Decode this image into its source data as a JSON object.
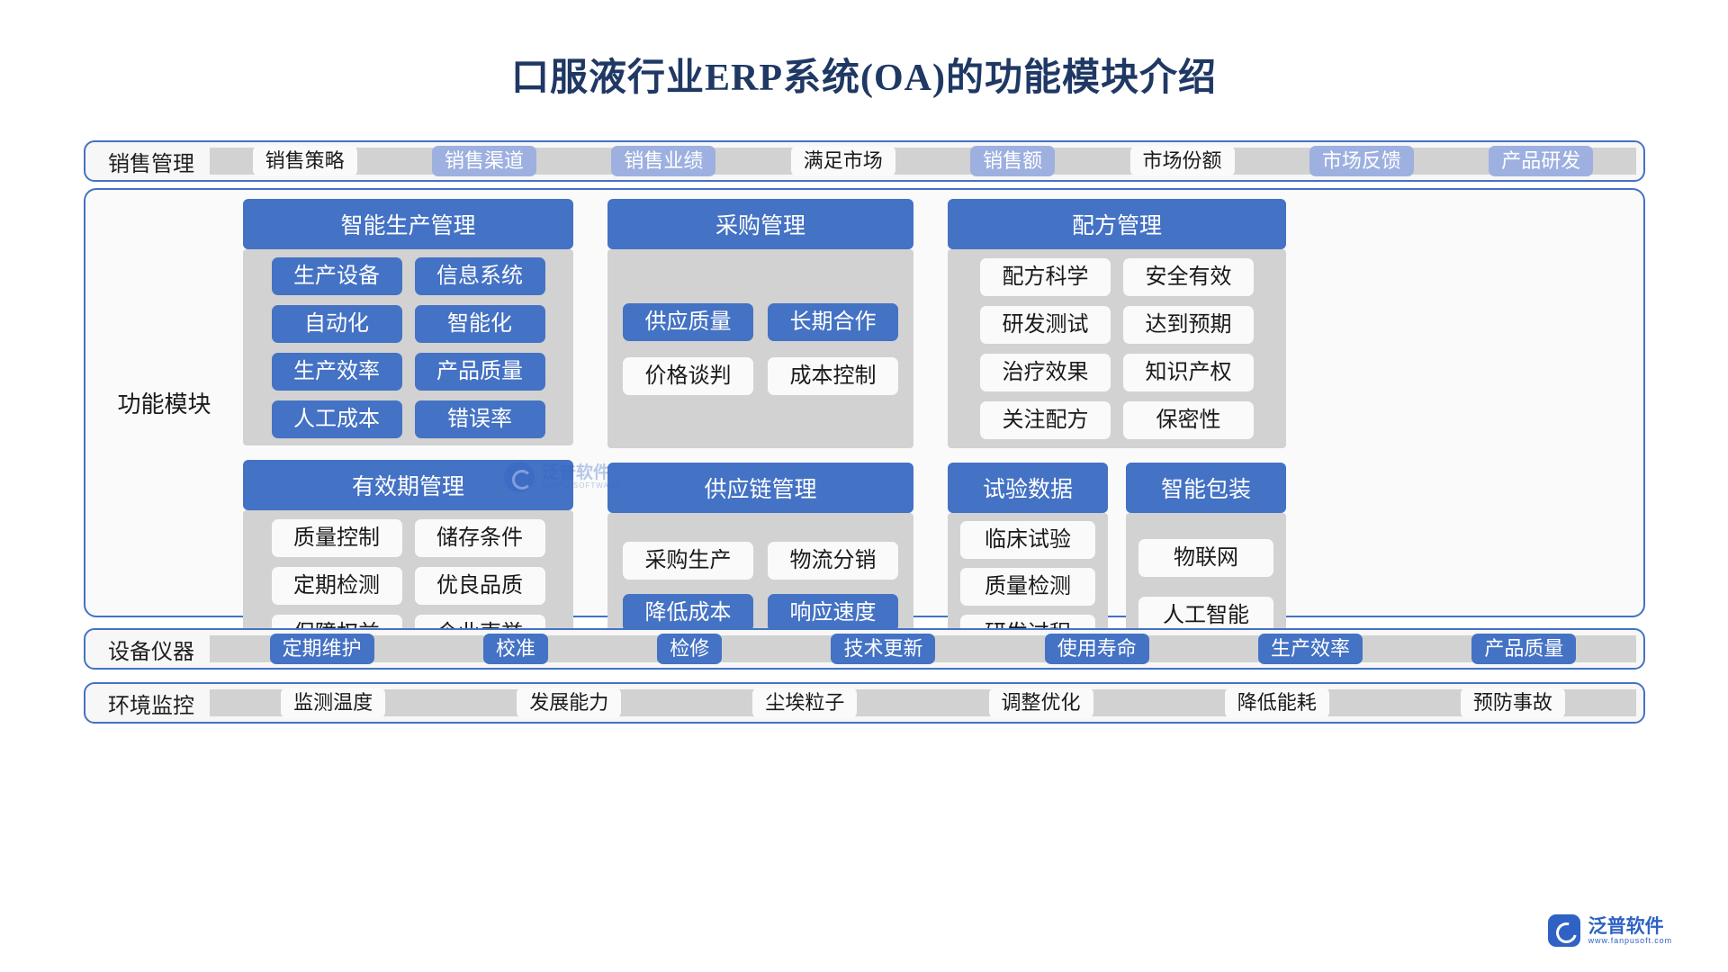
{
  "title": "口服液行业ERP系统(OA)的功能模块介绍",
  "theme": {
    "accent_blue": "#4472c4",
    "light_blue": "#9db0e0",
    "chip_white": "#fafafa",
    "strip_grey": "#d2d2d2",
    "title_color": "#1f3864"
  },
  "sales_row": {
    "label": "销售管理",
    "chips": [
      {
        "text": "销售策略",
        "style": "white"
      },
      {
        "text": "销售渠道",
        "style": "lightblue"
      },
      {
        "text": "销售业绩",
        "style": "lightblue"
      },
      {
        "text": "满足市场",
        "style": "white"
      },
      {
        "text": "销售额",
        "style": "lightblue"
      },
      {
        "text": "市场份额",
        "style": "white"
      },
      {
        "text": "市场反馈",
        "style": "lightblue"
      },
      {
        "text": "产品研发",
        "style": "lightblue"
      }
    ]
  },
  "main": {
    "label": "功能模块",
    "production": {
      "header": "智能生产管理",
      "chips": [
        {
          "text": "生产设备",
          "style": "blue"
        },
        {
          "text": "信息系统",
          "style": "blue"
        },
        {
          "text": "自动化",
          "style": "blue"
        },
        {
          "text": "智能化",
          "style": "blue"
        },
        {
          "text": "生产效率",
          "style": "blue"
        },
        {
          "text": "产品质量",
          "style": "blue"
        },
        {
          "text": "人工成本",
          "style": "blue"
        },
        {
          "text": "错误率",
          "style": "blue"
        }
      ]
    },
    "expiry": {
      "header": "有效期管理",
      "chips": [
        {
          "text": "质量控制",
          "style": "white"
        },
        {
          "text": "储存条件",
          "style": "white"
        },
        {
          "text": "定期检测",
          "style": "white"
        },
        {
          "text": "优良品质",
          "style": "white"
        },
        {
          "text": "保障权益",
          "style": "white"
        },
        {
          "text": "企业声誉",
          "style": "white"
        }
      ]
    },
    "purchasing": {
      "header": "采购管理",
      "chips": [
        {
          "text": "供应质量",
          "style": "blue"
        },
        {
          "text": "长期合作",
          "style": "blue"
        },
        {
          "text": "价格谈判",
          "style": "white"
        },
        {
          "text": "成本控制",
          "style": "white"
        }
      ]
    },
    "supply_chain": {
      "header": "供应链管理",
      "chips": [
        {
          "text": "采购生产",
          "style": "white"
        },
        {
          "text": "物流分销",
          "style": "white"
        },
        {
          "text": "降低成本",
          "style": "blue"
        },
        {
          "text": "响应速度",
          "style": "blue"
        }
      ]
    },
    "formula": {
      "header": "配方管理",
      "chips": [
        {
          "text": "配方科学",
          "style": "white"
        },
        {
          "text": "安全有效",
          "style": "white"
        },
        {
          "text": "研发测试",
          "style": "white"
        },
        {
          "text": "达到预期",
          "style": "white"
        },
        {
          "text": "治疗效果",
          "style": "white"
        },
        {
          "text": "知识产权",
          "style": "white"
        },
        {
          "text": "关注配方",
          "style": "white"
        },
        {
          "text": "保密性",
          "style": "white"
        }
      ]
    },
    "test_data": {
      "header": "试验数据",
      "chips": [
        {
          "text": "临床试验",
          "style": "white"
        },
        {
          "text": "质量检测",
          "style": "white"
        },
        {
          "text": "研发过程",
          "style": "white"
        }
      ]
    },
    "smart_packaging": {
      "header": "智能包装",
      "chips": [
        {
          "text": "物联网",
          "style": "white"
        },
        {
          "text": "人工智能",
          "style": "white"
        }
      ]
    }
  },
  "equipment_row": {
    "label": "设备仪器",
    "chips": [
      {
        "text": "定期维护",
        "style": "blue"
      },
      {
        "text": "校准",
        "style": "blue"
      },
      {
        "text": "检修",
        "style": "blue"
      },
      {
        "text": "技术更新",
        "style": "blue"
      },
      {
        "text": "使用寿命",
        "style": "blue"
      },
      {
        "text": "生产效率",
        "style": "blue"
      },
      {
        "text": "产品质量",
        "style": "blue"
      }
    ]
  },
  "environment_row": {
    "label": "环境监控",
    "chips": [
      {
        "text": "监测温度",
        "style": "white"
      },
      {
        "text": "发展能力",
        "style": "white"
      },
      {
        "text": "尘埃粒子",
        "style": "white"
      },
      {
        "text": "调整优化",
        "style": "white"
      },
      {
        "text": "降低能耗",
        "style": "white"
      },
      {
        "text": "预防事故",
        "style": "white"
      }
    ]
  },
  "watermark": {
    "cn": "泛普软件",
    "en": "FANPU SOFTWARE"
  },
  "logo": {
    "cn": "泛普软件",
    "en": "www.fanpusoft.com"
  }
}
